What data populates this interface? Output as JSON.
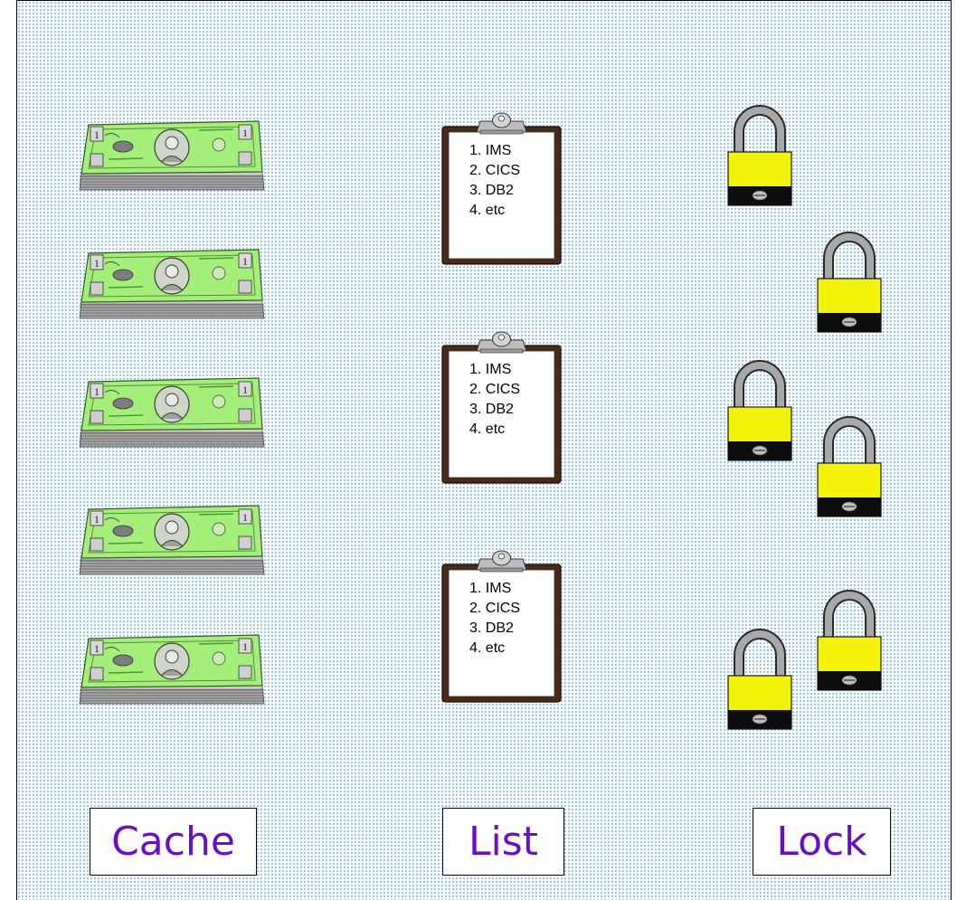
{
  "labels": {
    "cache": "Cache",
    "list": "List",
    "lock": "Lock"
  },
  "bill_denomination": "1",
  "clipboards": [
    {
      "items": [
        "1. IMS",
        "2. CICS",
        "3. DB2",
        "4. etc"
      ]
    },
    {
      "items": [
        "1. IMS",
        "2. CICS",
        "3. DB2",
        "4. etc"
      ]
    },
    {
      "items": [
        "1. IMS",
        "2. CICS",
        "3. DB2",
        "4. etc"
      ]
    }
  ],
  "icons": {
    "cache": "money-stack-icon",
    "list": "clipboard-icon",
    "lock": "padlock-icon"
  },
  "colors": {
    "label_text": "#6a0fc4",
    "grid_dot": "#7ab8e6",
    "bill_green": "#a4ee7a",
    "lock_yellow": "#f2f20a",
    "clipboard_brown": "#4a2a16"
  }
}
